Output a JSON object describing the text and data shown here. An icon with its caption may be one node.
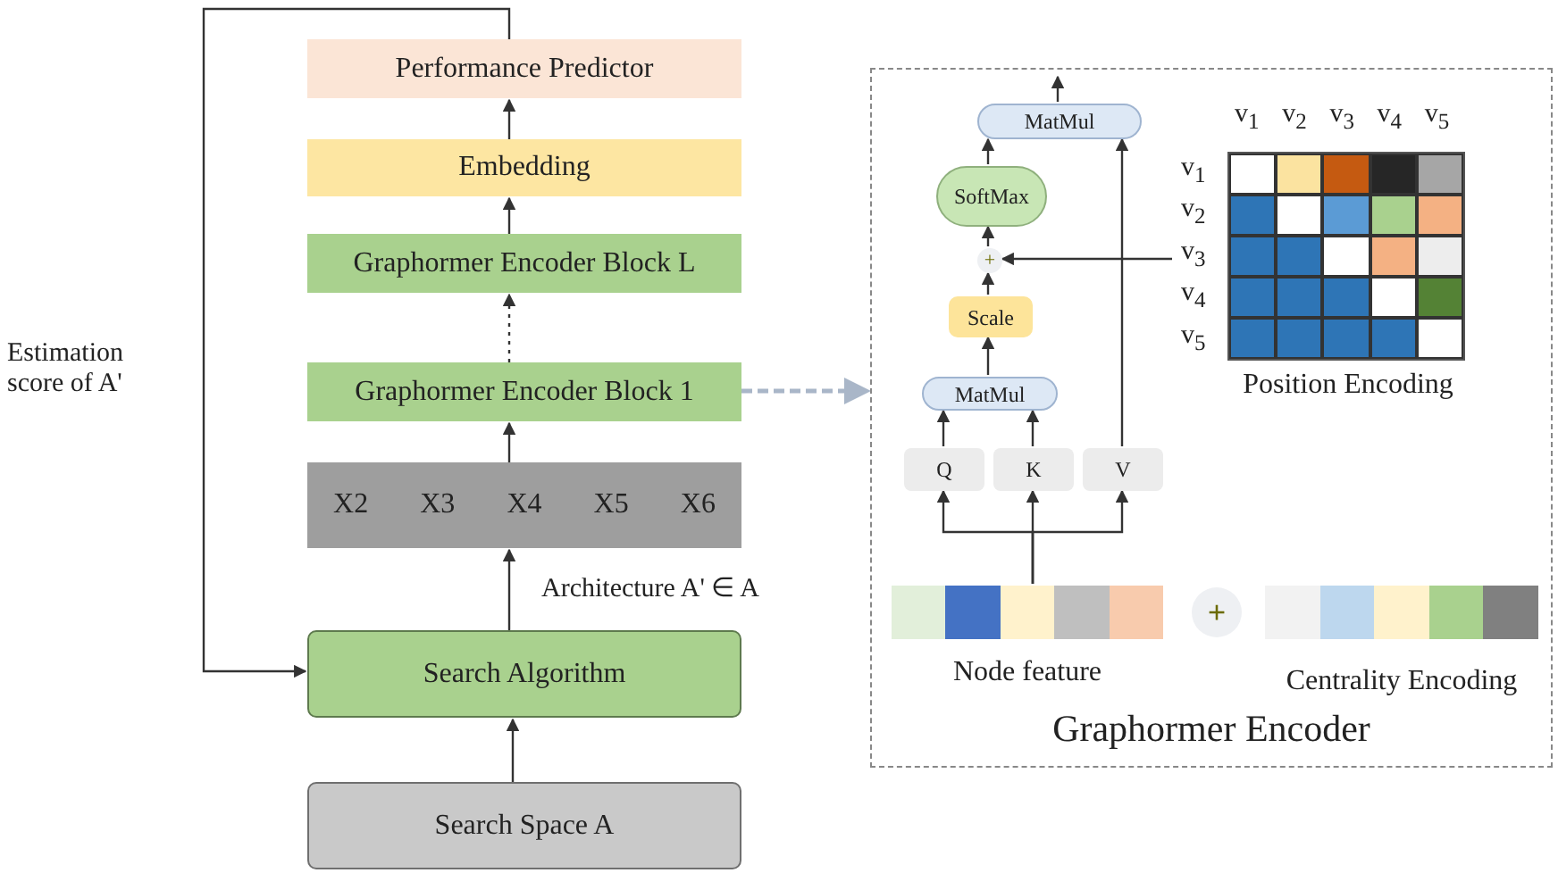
{
  "diagram": {
    "nodes": [
      {
        "text": [
          "Performance Predictor"
        ]
      },
      {
        "text": [
          "Embedding"
        ]
      },
      {
        "text": [
          "Graphormer Encoder Block L"
        ]
      },
      {
        "text": [
          "Graphormer Encoder Block 1"
        ]
      },
      {
        "text": [
          "X2",
          "X3",
          "X4",
          "X5",
          "X6"
        ]
      },
      {
        "text": [
          "Search Algorithm"
        ]
      },
      {
        "text": [
          "Search Space A"
        ]
      },
      {
        "text": [
          "Graphormer Encoder"
        ]
      },
      {
        "text": [
          "MatMul"
        ],
        "in": 7
      },
      {
        "text": [
          "SoftMax"
        ],
        "in": 7
      },
      {
        "text": [
          "+"
        ],
        "in": 7
      },
      {
        "text": [
          "Scale"
        ],
        "in": 7
      },
      {
        "text": [
          "MatMul"
        ],
        "in": 7
      },
      {
        "text": [
          "Q"
        ],
        "in": 7
      },
      {
        "text": [
          "K"
        ],
        "in": 7
      },
      {
        "text": [
          "V"
        ],
        "in": 7
      },
      {
        "text": [
          "Position Encoding"
        ],
        "in": 7
      },
      {
        "text": [
          "Node feature"
        ],
        "in": 7
      },
      {
        "text": [
          "+"
        ],
        "in": 7
      },
      {
        "text": [
          "Centrality Encoding"
        ],
        "in": 7
      }
    ],
    "edges": [
      {
        "from": 1,
        "to": 0,
        "arrow": "to"
      },
      {
        "from": 2,
        "to": 1,
        "arrow": "to"
      },
      {
        "from": 3,
        "to": 2,
        "arrow": "to",
        "style": "dashed"
      },
      {
        "from": 4,
        "to": 3,
        "arrow": "to"
      },
      {
        "from": 5,
        "to": 4,
        "arrow": "to",
        "label": "Architecture A' ∈ A"
      },
      {
        "from": 6,
        "to": 5,
        "arrow": "to"
      },
      {
        "from": 0,
        "to": 5,
        "arrow": "to",
        "label": "Estimation score of A'"
      },
      {
        "from": 3,
        "to": 7,
        "arrow": "to",
        "style": "dashed",
        "color": "#a9b6c8"
      },
      {
        "from": 8,
        "to": null,
        "arrow": "to"
      },
      {
        "from": 9,
        "to": 8,
        "arrow": "to"
      },
      {
        "from": 10,
        "to": 9,
        "arrow": "to"
      },
      {
        "from": 11,
        "to": 10,
        "arrow": "to"
      },
      {
        "from": 12,
        "to": 11,
        "arrow": "to"
      },
      {
        "from": 13,
        "to": 12,
        "arrow": "to"
      },
      {
        "from": 14,
        "to": 12,
        "arrow": "to"
      },
      {
        "from": 15,
        "to": 8,
        "arrow": "to"
      },
      {
        "from": 16,
        "to": 10,
        "arrow": "to"
      },
      {
        "from": 17,
        "to": 13,
        "arrow": "to"
      },
      {
        "from": 17,
        "to": 14,
        "arrow": "to"
      },
      {
        "from": 17,
        "to": 15,
        "arrow": "to"
      }
    ],
    "labels": [
      "v$_{1}$",
      "v$_{2}$",
      "v$_{3}$",
      "v$_{4}$",
      "v$_{5}$",
      "v$_{1}$",
      "v$_{2}$",
      "v$_{3}$",
      "v$_{4}$",
      "v$_{5}$"
    ]
  }
}
